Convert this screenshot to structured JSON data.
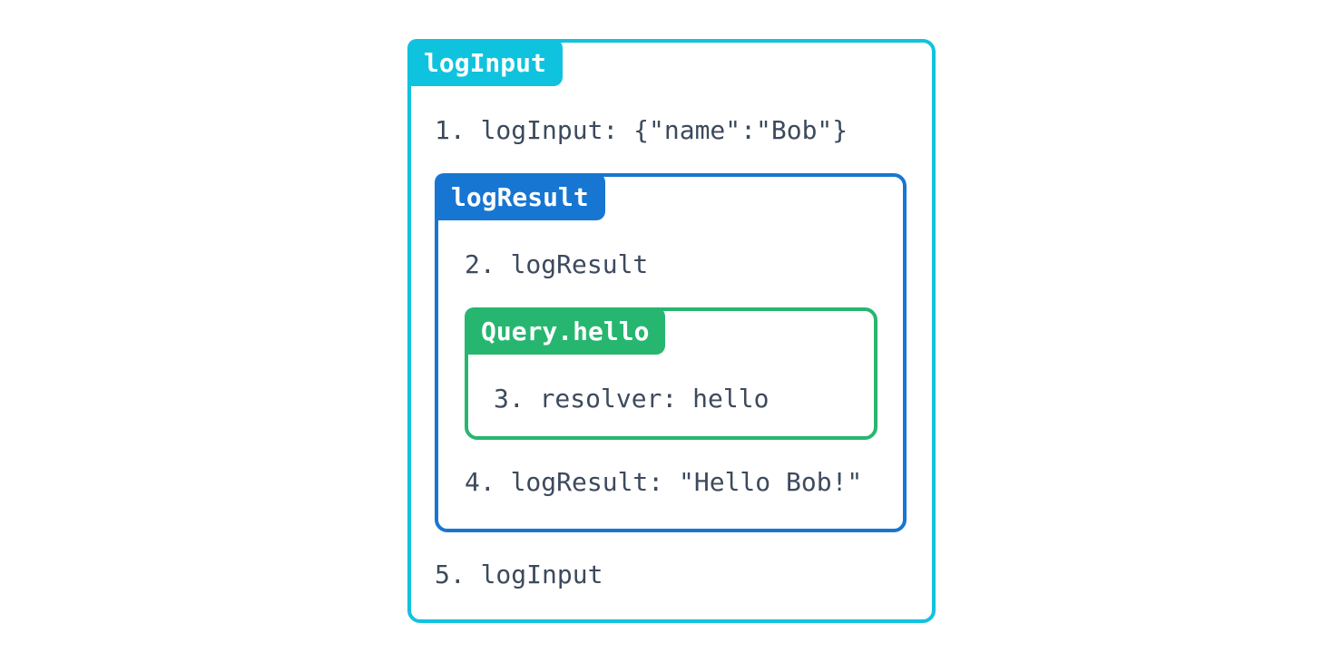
{
  "colors": {
    "cyan": "#0fc3de",
    "blue": "#1776d2",
    "green": "#27b670",
    "text": "#3c4a5d",
    "tab-text": "#ffffff",
    "bg": "#ffffff"
  },
  "diagram": {
    "outer_box": {
      "label": "logInput",
      "step_before": "1. logInput: {\"name\":\"Bob\"}",
      "step_after": "5. logInput"
    },
    "middle_box": {
      "label": "logResult",
      "step_before": "2. logResult",
      "step_after": "4. logResult: \"Hello Bob!\""
    },
    "inner_box": {
      "label": "Query.hello",
      "step": "3. resolver: hello"
    }
  }
}
